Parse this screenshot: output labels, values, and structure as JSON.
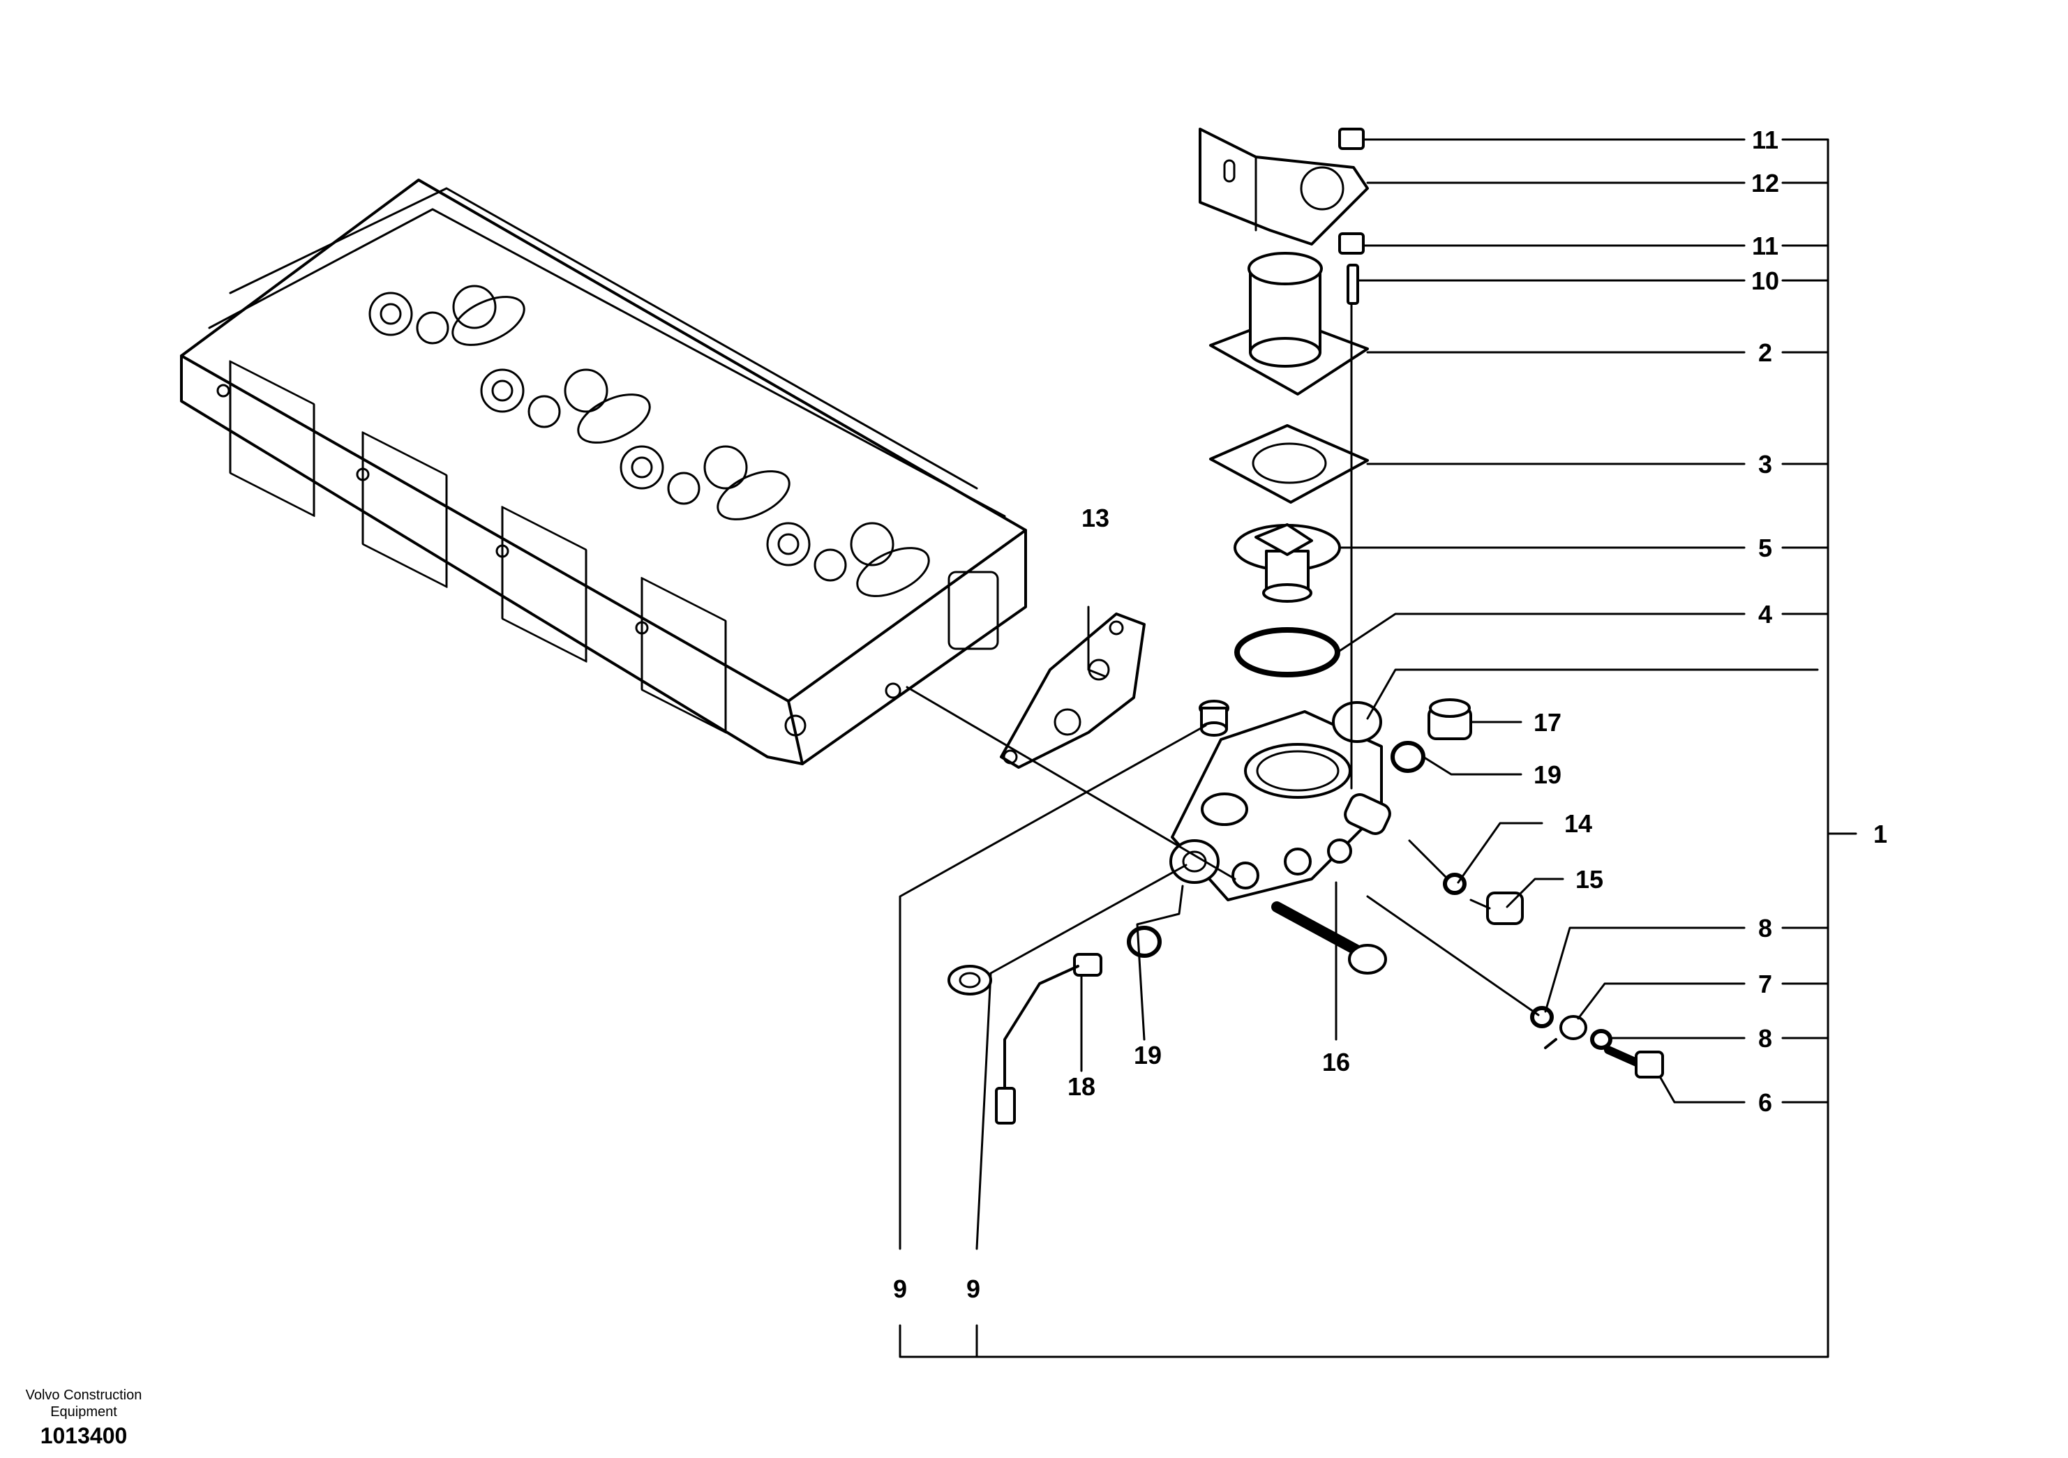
{
  "callouts": {
    "c11a": "11",
    "c12": "12",
    "c11b": "11",
    "c10": "10",
    "c2": "2",
    "c3": "3",
    "c5": "5",
    "c4": "4",
    "c17": "17",
    "c19a": "19",
    "c1": "1",
    "c14": "14",
    "c15": "15",
    "c8a": "8",
    "c7": "7",
    "c8b": "8",
    "c6": "6",
    "c16": "16",
    "c19b": "19",
    "c18": "18",
    "c9a": "9",
    "c9b": "9",
    "c13": "13"
  },
  "footer": {
    "brand": "Volvo Construction Equipment",
    "doc_number": "1013400"
  }
}
